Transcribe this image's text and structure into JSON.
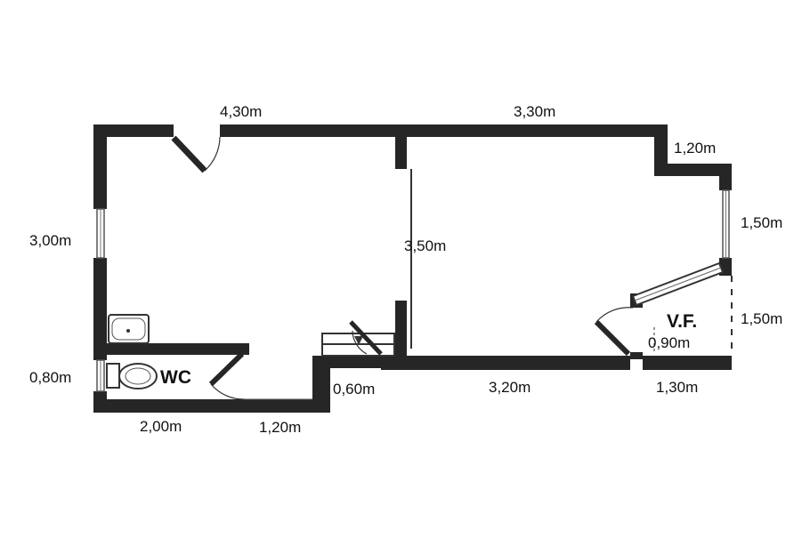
{
  "floor_plan": {
    "rooms": [
      {
        "key": "wc",
        "label": "WC"
      },
      {
        "key": "vf",
        "label": "V.F."
      }
    ],
    "dimensions": [
      {
        "key": "top_left_width",
        "text": "4,30m"
      },
      {
        "key": "top_right_width",
        "text": "3,30m"
      },
      {
        "key": "step_top",
        "text": "1,20m"
      },
      {
        "key": "left_height",
        "text": "3,00m"
      },
      {
        "key": "partition_height",
        "text": "3,50m"
      },
      {
        "key": "bay_window",
        "text": "1,50m"
      },
      {
        "key": "bay_lower",
        "text": "1,50m"
      },
      {
        "key": "vf_door",
        "text": "0,90m"
      },
      {
        "key": "wc_height",
        "text": "0,80m"
      },
      {
        "key": "bottom_left",
        "text": "2,00m"
      },
      {
        "key": "bottom_mid",
        "text": "1,20m"
      },
      {
        "key": "stair_notch",
        "text": "0,60m"
      },
      {
        "key": "bottom_right",
        "text": "3,20m"
      },
      {
        "key": "bottom_far_right",
        "text": "1,30m"
      }
    ]
  }
}
